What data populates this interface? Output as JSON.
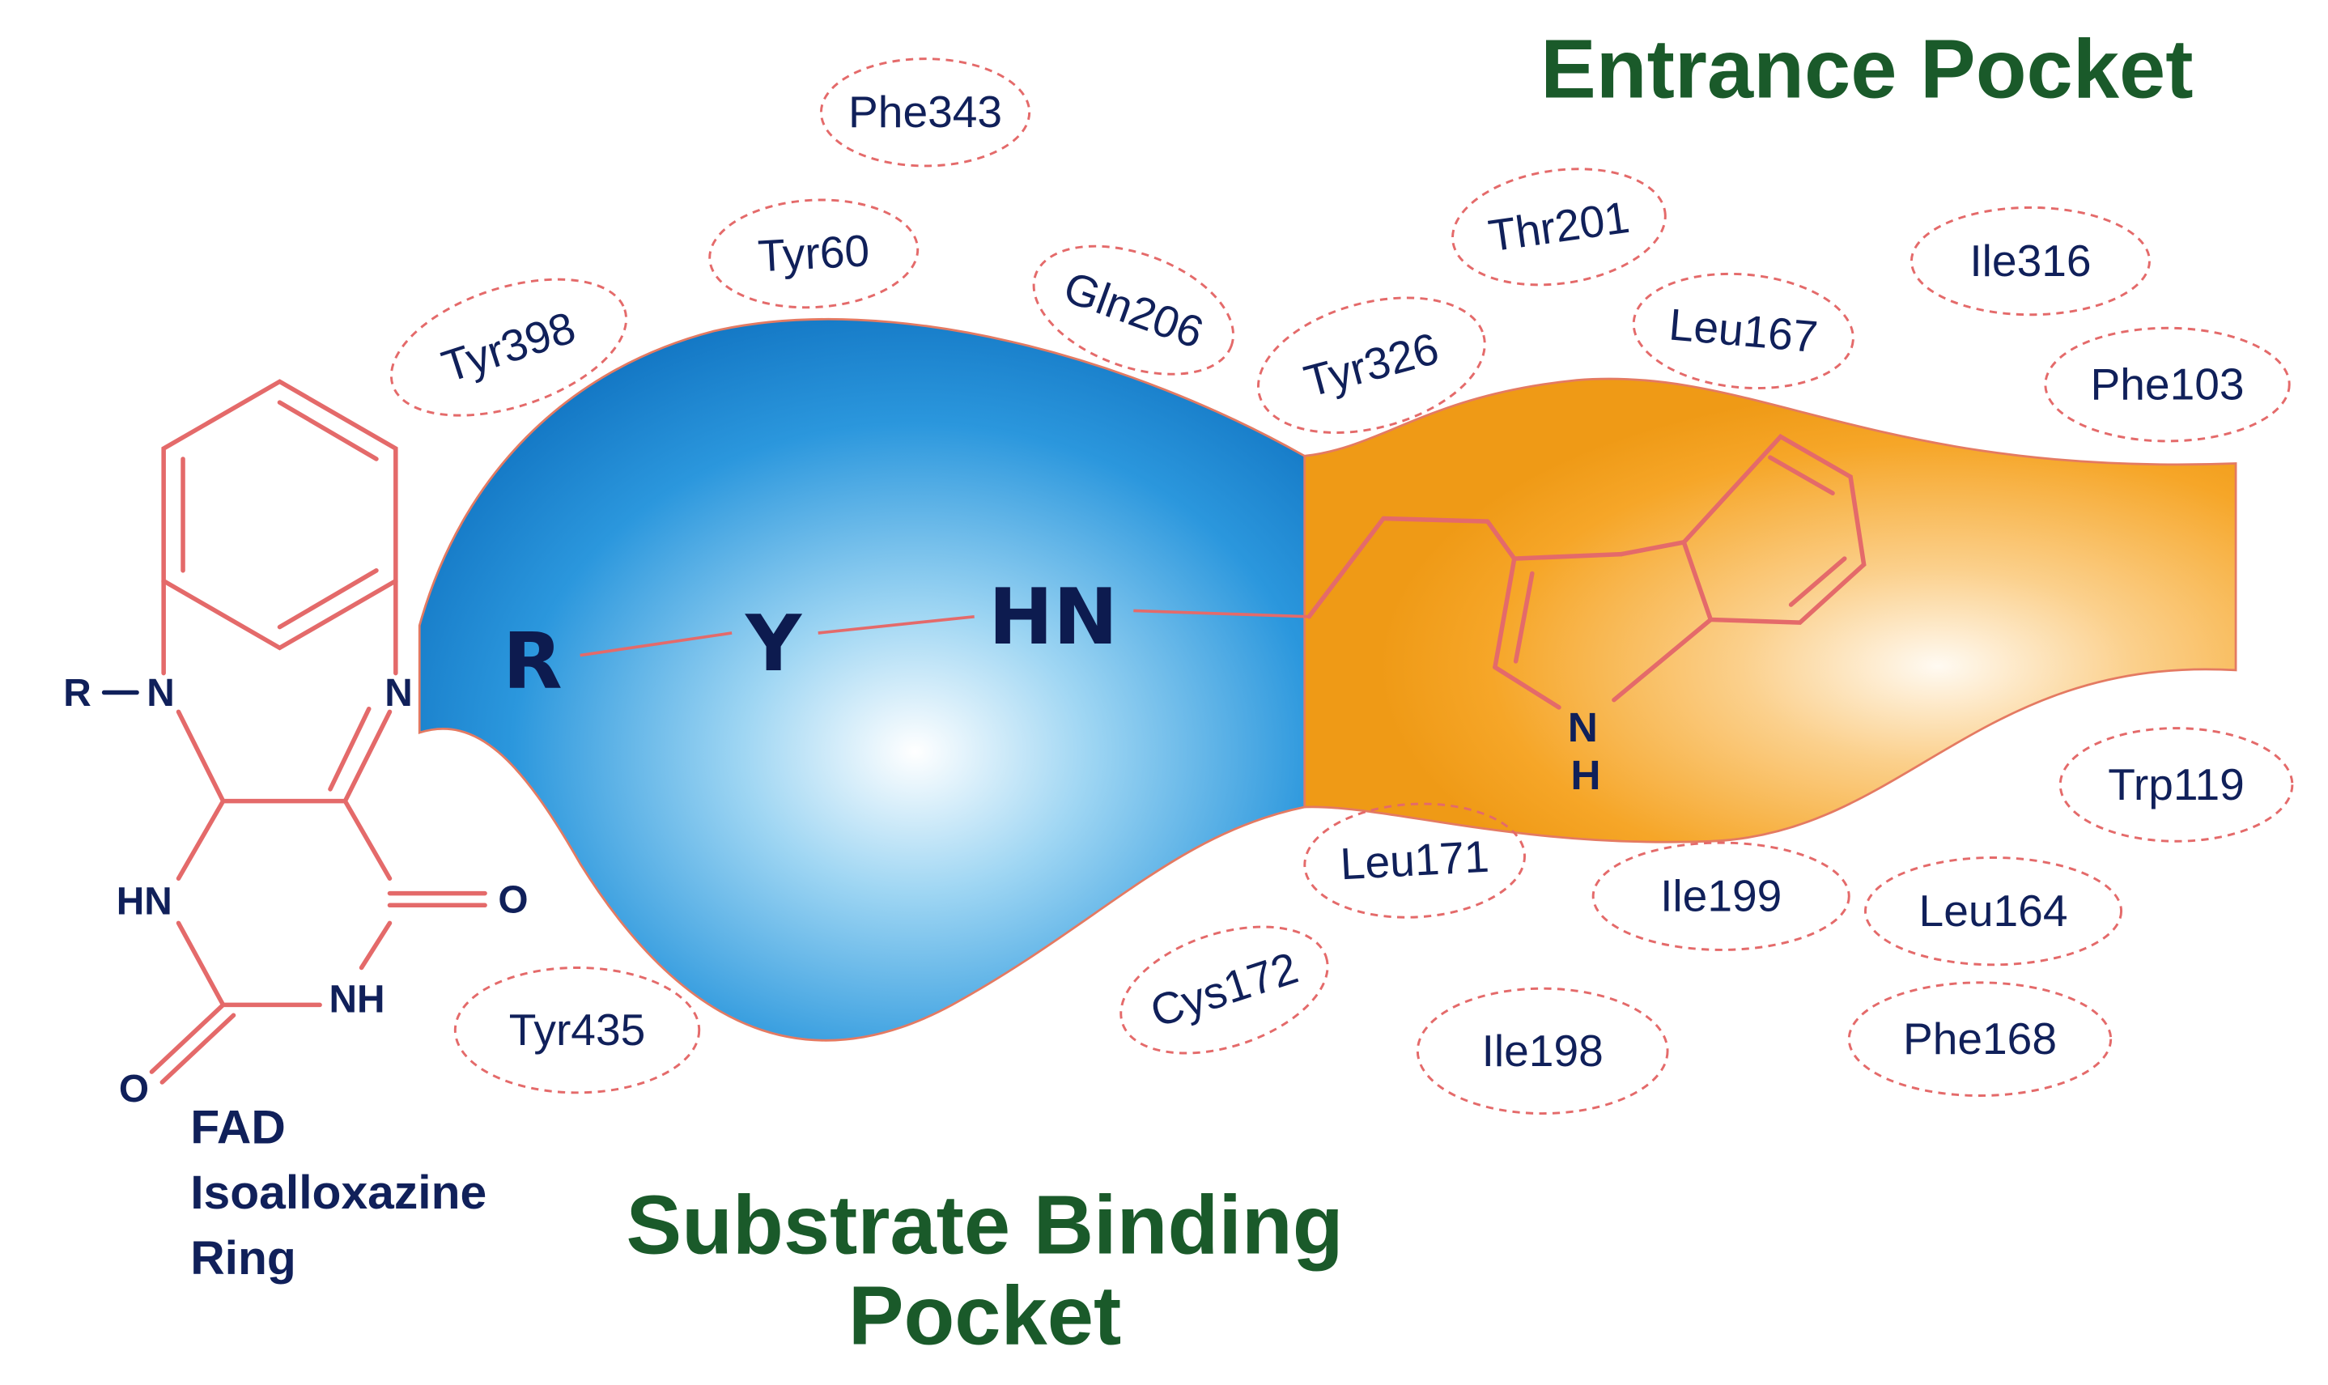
{
  "titles": {
    "entrance": "Entrance Pocket",
    "substrate_line1": "Substrate Binding",
    "substrate_line2": "Pocket"
  },
  "fad": {
    "line1": "FAD",
    "line2": "Isoalloxazine",
    "line3": "Ring",
    "atoms": {
      "r": "R",
      "n1": "N",
      "n5": "N",
      "hn": "HN",
      "nh": "NH",
      "o_right": "O",
      "o_bottom": "O"
    }
  },
  "ligand": {
    "r": "R",
    "y": "Y",
    "hn": "HN",
    "indole_n": "N",
    "indole_h": "H"
  },
  "residues": [
    "Phe343",
    "Tyr60",
    "Tyr398",
    "Gln206",
    "Tyr326",
    "Thr201",
    "Leu167",
    "Ile316",
    "Phe103",
    "Trp119",
    "Leu171",
    "Ile199",
    "Leu164",
    "Cys172",
    "Tyr435",
    "Ile198",
    "Phe168"
  ],
  "colors": {
    "title_green": "#1a5a2a",
    "label_navy": "#10205a",
    "structure_red": "#e46a6a",
    "pocket_blue": "#1a8ad4",
    "pocket_orange": "#f6a020"
  }
}
